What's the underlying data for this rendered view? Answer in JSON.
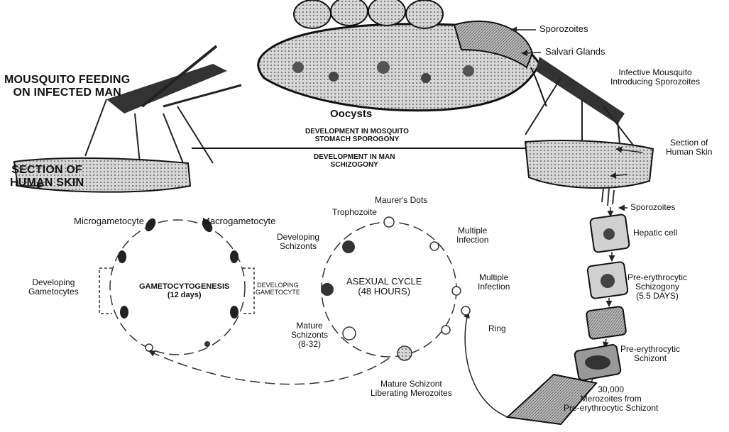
{
  "labels": {
    "sporozoites_top": "Sporozoites",
    "salivari_glands": "Salvari Glands",
    "infective_mosquito": "Infective Mousquito\nIntroducing Sporozoites",
    "mosquito_feeding": "MOUSQUITO FEEDING\nON INFECTED MAN",
    "oocysts": "Oocysts",
    "dev_mosquito": "DEVELOPMENT IN MOSQUITO\nSTOMACH SPOROGONY",
    "dev_man": "DEVELOPMENT IN MAN\nSCHIZOGONY",
    "section_skin_left": "SECTION OF\nHUMAN SKIN",
    "section_skin_right": "Section of\nHuman Skin",
    "sporozoites_right": "Sporozoites",
    "hepatic_cell": "Hepatic cell",
    "pre_ery_schizogony": "Pre-erythrocytic\nSchizogony\n(5.5 DAYS)",
    "pre_ery_schizont": "Pre-erythrocytic\nSchizont",
    "merozoites": "30,000\nMerozoites from\nPre-erythrocytic Schizont",
    "maurers_dots": "Maurer's Dots",
    "trophozoite": "Trophozoite",
    "multiple_infection_1": "Multiple\nInfection",
    "multiple_infection_2": "Multiple\nInfection",
    "ring": "Ring",
    "developing_schizonts": "Developing\nSchizonts",
    "asexual_cycle": "ASEXUAL CYCLE\n(48 HOURS)",
    "mature_schizonts": "Mature\nSchizonts\n(8-32)",
    "mature_schizont_liberating": "Mature Schizont\nLiberating Merozoites",
    "microgametocyte": "Microgametocyte",
    "macrogametocyte": "Macrogametocyte",
    "developing_gametocytes": "Developing\nGametocytes",
    "gametocytogenesis": "GAMETOCYTOGENESIS\n(12 days)",
    "developing_gametocyte_caps": "DEVELOPING\nGAMETOCYTE"
  }
}
